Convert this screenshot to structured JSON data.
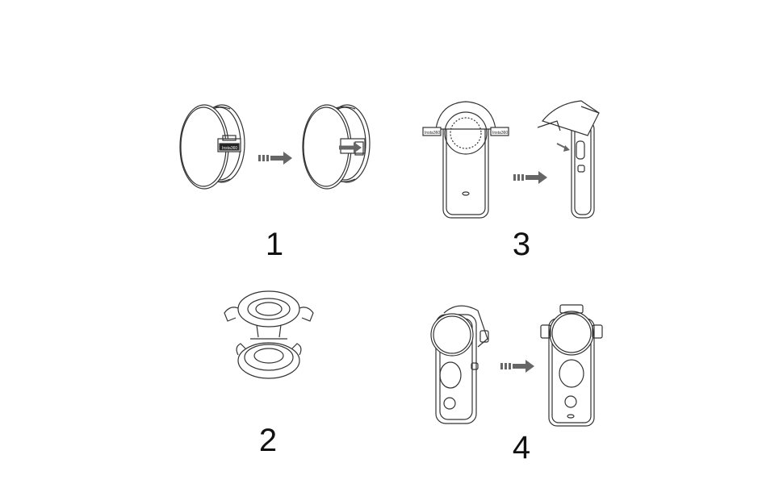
{
  "steps": [
    {
      "number": "1"
    },
    {
      "number": "2"
    },
    {
      "number": "3"
    },
    {
      "number": "4"
    }
  ],
  "labels": {
    "clip_logo": "Insta360",
    "left_clip": "Insta360",
    "right_clip": "Insta360"
  },
  "colors": {
    "line": "#333333",
    "arrow": "#666666"
  },
  "icons": [
    "lens-cap-icon",
    "arrow-right-icon",
    "camera-body-icon"
  ]
}
